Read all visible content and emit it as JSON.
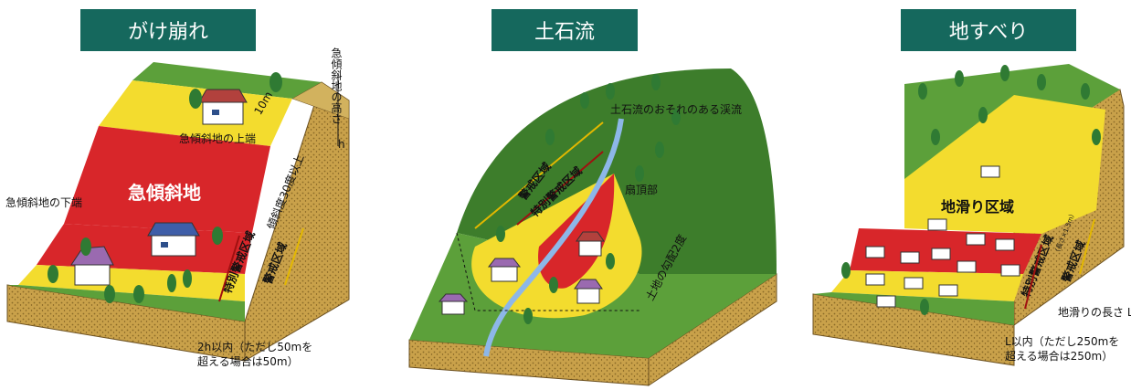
{
  "titles": [
    "がけ崩れ",
    "土石流",
    "地すべり"
  ],
  "cliff": {
    "height_label": "急傾斜地の高さ",
    "height_var": "h",
    "ten_m": "10m",
    "upper_edge": "急傾斜地の上端",
    "slope_name": "急傾斜地",
    "lower_edge": "急傾斜地の下端",
    "angle": "傾斜度30度以上",
    "special_zone": "特別警戒区域",
    "warning_zone": "警戒区域",
    "range_line1": "2h以内（ただし50mを",
    "range_line2": "超える場合は50m）"
  },
  "debris": {
    "stream": "土石流のおそれのある渓流",
    "warning_zone": "警戒区域",
    "special_zone": "特別警戒区域",
    "fan_top": "扇頂部",
    "gradient": "土地の勾配2度"
  },
  "landslide": {
    "zone_name": "地滑り区域",
    "special_zone": "特別警戒区域",
    "warning_zone": "警戒区域",
    "small_note": "（長さ×1.5m）",
    "length_label": "地滑りの長さ L",
    "range_line1": "L以内（ただし250mを",
    "range_line2": "超える場合は250m）"
  },
  "colors": {
    "header": "#15685d",
    "green": "#5ca03a",
    "dark_green": "#3d7d2b",
    "yellow": "#f3dc2e",
    "red": "#d8262a",
    "soil": "#c9a14a"
  }
}
